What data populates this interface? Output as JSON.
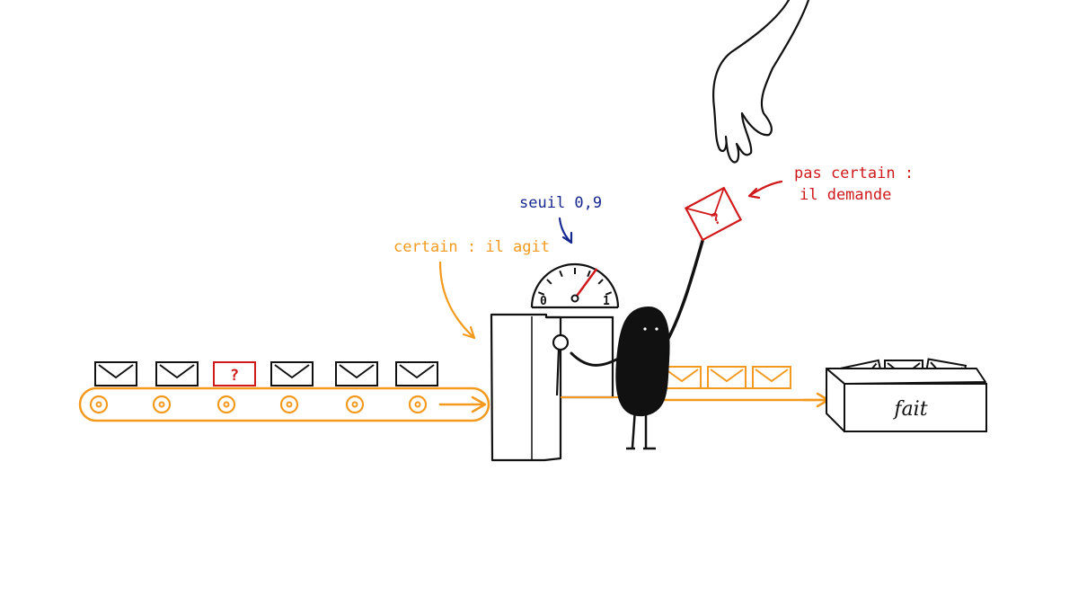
{
  "labels": {
    "acting": "certain : il agit",
    "threshold": "seuil 0,9",
    "asking_line1": "pas certain :",
    "asking_line2": "il demande",
    "done_box": "fait"
  },
  "dial": {
    "min": "0",
    "max": "1",
    "threshold_value": 0.9
  },
  "queue": {
    "item_marks": [
      "✓",
      "✓",
      "?",
      "✓",
      "✓",
      "✓"
    ],
    "output_items": 3,
    "done_items": 3
  },
  "held_item_mark": "?",
  "colors": {
    "conveyor": "#f39a1e",
    "threshold_label": "#16288f",
    "uncertain": "#d0191b",
    "ink": "#111111"
  }
}
